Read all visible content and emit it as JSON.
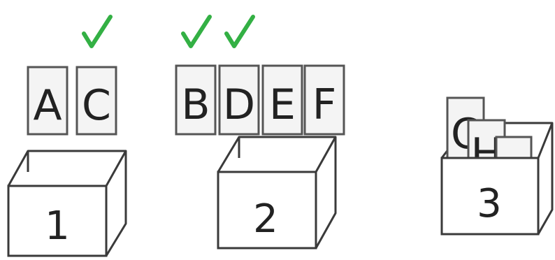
{
  "colors": {
    "check": "#33b044",
    "ink": "#222222",
    "card_fill": "#f4f4f4"
  },
  "boxes": [
    {
      "label": "1",
      "cards": [
        {
          "letter": "A",
          "checked": false
        },
        {
          "letter": "C",
          "checked": true
        }
      ]
    },
    {
      "label": "2",
      "cards": [
        {
          "letter": "B",
          "checked": true
        },
        {
          "letter": "D",
          "checked": true
        },
        {
          "letter": "E",
          "checked": false
        },
        {
          "letter": "F",
          "checked": false
        }
      ]
    },
    {
      "label": "3",
      "cards": [
        {
          "letter": "C"
        },
        {
          "letter": "H"
        }
      ]
    }
  ]
}
